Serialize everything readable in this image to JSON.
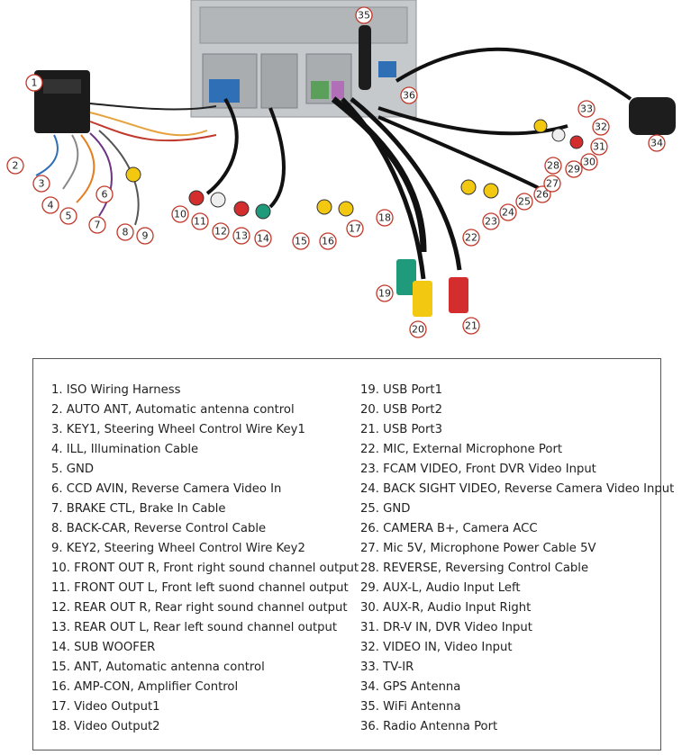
{
  "legend": {
    "left": [
      {
        "num": "1.",
        "text": "ISO Wiring Harness"
      },
      {
        "num": "2.",
        "text": "AUTO ANT, Automatic antenna control"
      },
      {
        "num": "3.",
        "text": "KEY1, Steering Wheel Control Wire Key1"
      },
      {
        "num": "4.",
        "text": "ILL, Illumination Cable"
      },
      {
        "num": "5.",
        "text": "GND"
      },
      {
        "num": "6.",
        "text": "CCD AVIN, Reverse Camera Video In"
      },
      {
        "num": "7.",
        "text": "BRAKE CTL, Brake In Cable"
      },
      {
        "num": "8.",
        "text": "BACK-CAR, Reverse Control Cable"
      },
      {
        "num": "9.",
        "text": "KEY2, Steering Wheel Control Wire Key2"
      },
      {
        "num": "10.",
        "text": "FRONT OUT R,  Front right sound channel output"
      },
      {
        "num": "11.",
        "text": "FRONT OUT L, Front left suond channel output"
      },
      {
        "num": "12.",
        "text": "REAR OUT R, Rear right sound channel output"
      },
      {
        "num": "13.",
        "text": "REAR OUT L, Rear left sound channel output"
      },
      {
        "num": "14.",
        "text": "SUB WOOFER"
      },
      {
        "num": "15.",
        "text": "ANT, Automatic antenna control"
      },
      {
        "num": "16.",
        "text": "AMP-CON, Amplifier Control"
      },
      {
        "num": "17.",
        "text": "Video Output1"
      },
      {
        "num": "18.",
        "text": "Video Output2"
      }
    ],
    "right": [
      {
        "num": "19.",
        "text": "USB Port1"
      },
      {
        "num": "20.",
        "text": "USB Port2"
      },
      {
        "num": "21.",
        "text": "USB Port3"
      },
      {
        "num": "22.",
        "text": "MIC, External Microphone Port"
      },
      {
        "num": "23.",
        "text": "FCAM VIDEO, Front DVR Video Input"
      },
      {
        "num": "24.",
        "text": "BACK SIGHT VIDEO, Reverse Camera Video Input"
      },
      {
        "num": "25.",
        "text": "GND"
      },
      {
        "num": "26.",
        "text": "CAMERA B+, Camera ACC"
      },
      {
        "num": "27.",
        "text": "Mic 5V, Microphone Power Cable 5V"
      },
      {
        "num": "28.",
        "text": "REVERSE, Reversing Control Cable"
      },
      {
        "num": "29.",
        "text": "AUX-L, Audio Input Left"
      },
      {
        "num": "30.",
        "text": "AUX-R, Audio Input Right"
      },
      {
        "num": "31.",
        "text": "DR-V IN, DVR Video Input"
      },
      {
        "num": "32.",
        "text": "VIDEO IN, Video Input"
      },
      {
        "num": "33.",
        "text": "TV-IR"
      },
      {
        "num": "34.",
        "text": "GPS Antenna"
      },
      {
        "num": "35.",
        "text": "WiFi Antenna"
      },
      {
        "num": "36.",
        "text": "Radio Antenna Port"
      }
    ]
  },
  "callouts": [
    "1",
    "2",
    "3",
    "4",
    "5",
    "6",
    "7",
    "8",
    "9",
    "10",
    "11",
    "12",
    "13",
    "14",
    "15",
    "16",
    "17",
    "18",
    "19",
    "20",
    "21",
    "22",
    "23",
    "24",
    "25",
    "26",
    "27",
    "28",
    "29",
    "30",
    "31",
    "32",
    "33",
    "34",
    "35",
    "36"
  ],
  "colors": {
    "callout_ring": "#c0392b",
    "rca_red": "#d42d2d",
    "rca_white": "#eeeeee",
    "rca_yellow": "#f2c811",
    "usb_teal": "#1f9a7a",
    "usb_yellow": "#f2c811",
    "usb_red": "#d42d2d",
    "cable_black": "#1a1a1a",
    "unit_silver": "#bfc3c7"
  }
}
